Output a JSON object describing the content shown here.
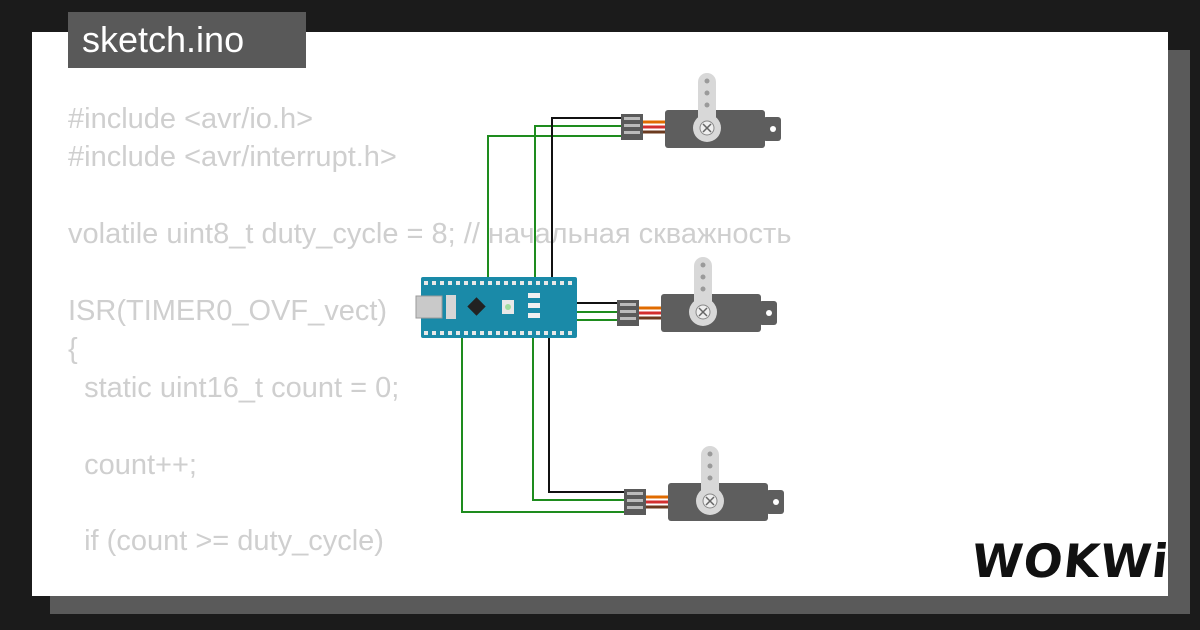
{
  "tab": {
    "filename": "sketch.ino"
  },
  "code_lines": [
    "#include <avr/io.h>",
    "#include <avr/interrupt.h>",
    "",
    "volatile uint8_t duty_cycle = 8; // начальная скважность",
    "",
    "ISR(TIMER0_OVF_vect)",
    "{",
    "  static uint16_t count = 0;",
    "",
    "  count++;",
    "",
    "  if (count >= duty_cycle)"
  ],
  "brand": {
    "logo_text": "WOKWi"
  },
  "colors": {
    "background": "#1b1b1b",
    "card": "#ffffff",
    "tab": "#595959",
    "code_text": "#cfcfcf",
    "board": "#1a8aa8",
    "wire_green": "#1e8c1e",
    "wire_black": "#111111",
    "servo_body": "#5e5e5e",
    "servo_horn": "#d8d8d8"
  },
  "parts": {
    "board": "arduino-nano",
    "servos": [
      "servo-1",
      "servo-2",
      "servo-3"
    ]
  }
}
